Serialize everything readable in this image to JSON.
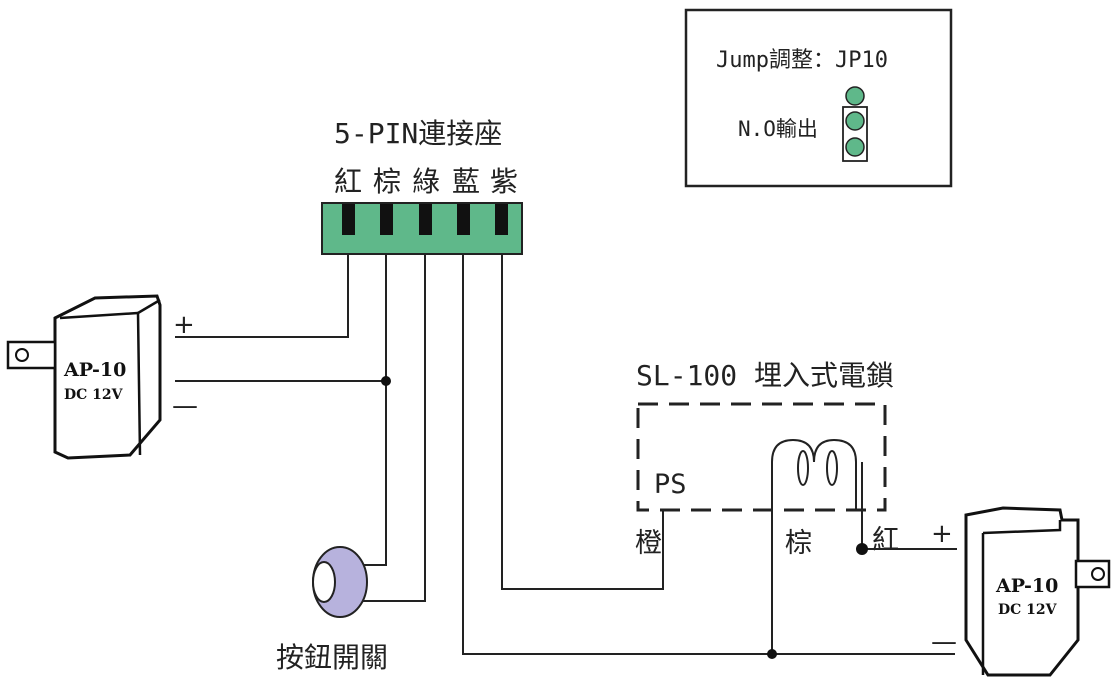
{
  "connector": {
    "title": "5-PIN連接座",
    "colors": [
      "紅",
      "棕",
      "綠",
      "藍",
      "紫"
    ],
    "body_color": "#5fb88a"
  },
  "jumper": {
    "title": "Jump調整：JP10",
    "label": "N.O輸出",
    "dot_color": "#5fb88a"
  },
  "adapter_left": {
    "model": "AP-10",
    "rating": "DC 12V",
    "plus": "+",
    "minus": "—"
  },
  "adapter_right": {
    "model": "AP-10",
    "rating": "DC 12V",
    "plus": "+",
    "minus": "—"
  },
  "lock": {
    "title": "SL-100 埋入式電鎖",
    "ps": "PS"
  },
  "wires": {
    "orange": "橙",
    "brown": "棕",
    "red": "紅"
  },
  "button": {
    "label": "按鈕開關",
    "color": "#b7b2dd"
  }
}
